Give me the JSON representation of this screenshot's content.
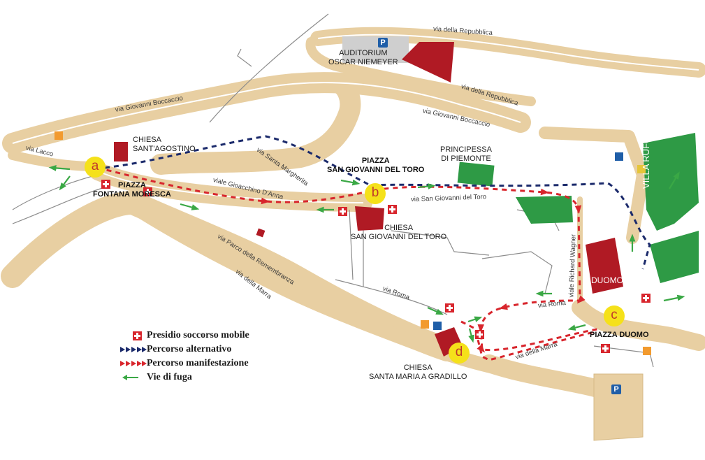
{
  "labels": {
    "auditorium": [
      "AUDITORIUM",
      "OSCAR NIEMEYER"
    ],
    "chiesa_agostino": [
      "CHIESA",
      "SANT'AGOSTINO"
    ],
    "piazza_fontana": [
      "PIAZZA",
      "FONTANA MORESCA"
    ],
    "piazza_san_giovanni": [
      "PIAZZA",
      "SAN GIOVANNI DEL TORO"
    ],
    "principessa": [
      "PRINCIPESSA",
      "DI PIEMONTE"
    ],
    "chiesa_san_giovanni": [
      "CHIESA",
      "SAN GIOVANNI DEL TORO"
    ],
    "duomo": "DUOMO",
    "piazza_duomo": "PIAZZA DUOMO",
    "chiesa_gradillo": [
      "CHIESA",
      "SANTA MARIA A GRADILLO"
    ],
    "villa_rufolo": "VILLA RUFOLO"
  },
  "streets": {
    "repubblica_1": "via della Repubblica",
    "repubblica_2": "via della Repubblica",
    "boccaccio_1": "via Giovanni Boccaccio",
    "boccaccio_2": "via Giovanni Boccaccio",
    "lacco": "via Lacco",
    "santa_margherita": "via Santa Margherita",
    "gioacchino": "viale Gioacchino D'Anna",
    "san_giovanni_del_toro": "via San Giovanni del Toro",
    "richard_wagner": "viale Richard Wagner",
    "parco": "via Parco della Remembranza",
    "marra_1": "via della Marra",
    "marra_2": "via della Marra",
    "roma_1": "via Roma",
    "roma_2": "via Roma"
  },
  "markers": [
    "a",
    "b",
    "c",
    "d"
  ],
  "parking_letter": "P",
  "legend": [
    {
      "symbol": "first-aid-cross",
      "label": "Presidio soccorso mobile"
    },
    {
      "symbol": "blue-arrows",
      "label": "Percorso alternativo"
    },
    {
      "symbol": "red-arrows",
      "label": "Percorso manifestazione"
    },
    {
      "symbol": "green-arrow",
      "label": "Vie di fuga"
    }
  ],
  "colors": {
    "road": "#e8cfa2",
    "building": "#b01a24",
    "green": "#2e9a45",
    "marker": "#f5e11a",
    "event_route": "#d8262d",
    "alt_route": "#1b2a6b",
    "escape": "#3aa845",
    "first_aid": "#d8262d",
    "parking": "#1f5ea8"
  }
}
